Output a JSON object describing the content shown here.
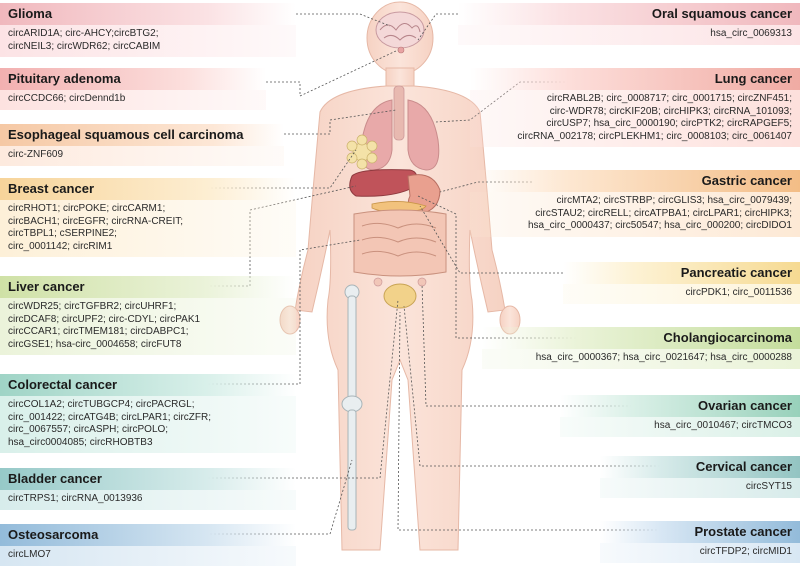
{
  "colors": {
    "glioma": [
      "#f3c4c8",
      "#fce3e5"
    ],
    "pituitary": [
      "#f5bfbf",
      "#fde2e0"
    ],
    "esophageal": [
      "#f7d4b8",
      "#fdeade"
    ],
    "breast": [
      "#f9dba7",
      "#fdf0d8"
    ],
    "liver": [
      "#d7e6b4",
      "#ebf3da"
    ],
    "colorectal": [
      "#a8d9cc",
      "#d9f0ea"
    ],
    "bladder": [
      "#9fd0cf",
      "#d7eceb"
    ],
    "osteosarcoma": [
      "#9ec3de",
      "#d6e6f2"
    ],
    "oral": [
      "#f3c4c8",
      "#fce3e5"
    ],
    "lung": [
      "#f3b9b3",
      "#fde0dc"
    ],
    "gastric": [
      "#f5c99b",
      "#fde9d5"
    ],
    "pancreatic": [
      "#f8e2a6",
      "#fdf4d9"
    ],
    "cholangio": [
      "#cfe3ad",
      "#eaf3d8"
    ],
    "ovarian": [
      "#a6d8c5",
      "#daf0e7"
    ],
    "cervical": [
      "#9fcbc9",
      "#d7ebea"
    ],
    "prostate": [
      "#9fc3e0",
      "#d8e7f4"
    ]
  },
  "panels": {
    "glioma": {
      "title": "Glioma",
      "lines": [
        "circARID1A; circ-AHCY;circBTG2;",
        "circNEIL3; circWDR62; circCABIM"
      ]
    },
    "pituitary": {
      "title": "Pituitary adenoma",
      "lines": [
        "circCCDC66; circDennd1b"
      ]
    },
    "esophageal": {
      "title": "Esophageal squamous cell carcinoma",
      "lines": [
        "circ-ZNF609"
      ]
    },
    "breast": {
      "title": "Breast cancer",
      "lines": [
        "circRHOT1; circPOKE; circCARM1;",
        "circBACH1; circEGFR; circRNA-CREIT;",
        "circTBPL1; cSERPINE2;",
        "circ_0001142; circRIM1"
      ]
    },
    "liver": {
      "title": "Liver cancer",
      "lines": [
        "circWDR25; circTGFBR2; circUHRF1;",
        "circDCAF8; circUPF2; circ-CDYL; circPAK1",
        "circCCAR1; circTMEM181; circDABPC1;",
        "circGSE1; hsa-circ_0004658; circFUT8"
      ]
    },
    "colorectal": {
      "title": "Colorectal cancer",
      "lines": [
        "circCOL1A2; circTUBGCP4; circPACRGL;",
        "circ_001422; circATG4B; circLPAR1; circZFR;",
        "circ_0067557; circASPH; circPOLO;",
        "hsa_circ0004085; circRHOBTB3"
      ]
    },
    "bladder": {
      "title": "Bladder cancer",
      "lines": [
        "circTRPS1; circRNA_0013936"
      ]
    },
    "osteosarcoma": {
      "title": "Osteosarcoma",
      "lines": [
        "circLMO7"
      ]
    },
    "oral": {
      "title": "Oral squamous cancer",
      "lines": [
        "hsa_circ_0069313"
      ]
    },
    "lung": {
      "title": "Lung cancer",
      "lines": [
        "circRABL2B; circ_0008717; circ_0001715; circZNF451;",
        "circ-WDR78; circKIF20B; circHIPK3; circRNA_101093;",
        "circUSP7; hsa_circ_0000190; circPTK2; circRAPGEF5;",
        "circRNA_002178; circPLEKHM1; circ_0008103; circ_0061407"
      ]
    },
    "gastric": {
      "title": "Gastric cancer",
      "lines": [
        "circMTA2; circSTRBP; circGLIS3; hsa_circ_0079439;",
        "circSTAU2; circRELL; circATPBA1; circLPAR1; circHIPK3;",
        "hsa_circ_0000437; circ50547; hsa_circ_000200; circDIDO1"
      ]
    },
    "pancreatic": {
      "title": "Pancreatic cancer",
      "lines": [
        "circPDK1; circ_0011536"
      ]
    },
    "cholangio": {
      "title": "Cholangiocarcinoma",
      "lines": [
        "hsa_circ_0000367; hsa_circ_0021647; hsa_circ_0000288"
      ]
    },
    "ovarian": {
      "title": "Ovarian cancer",
      "lines": [
        "hsa_circ_0010467; circTMCO3"
      ]
    },
    "cervical": {
      "title": "Cervical cancer",
      "lines": [
        "circSYT15"
      ]
    },
    "prostate": {
      "title": "Prostate cancer",
      "lines": [
        "circTFDP2; circMID1"
      ]
    }
  }
}
